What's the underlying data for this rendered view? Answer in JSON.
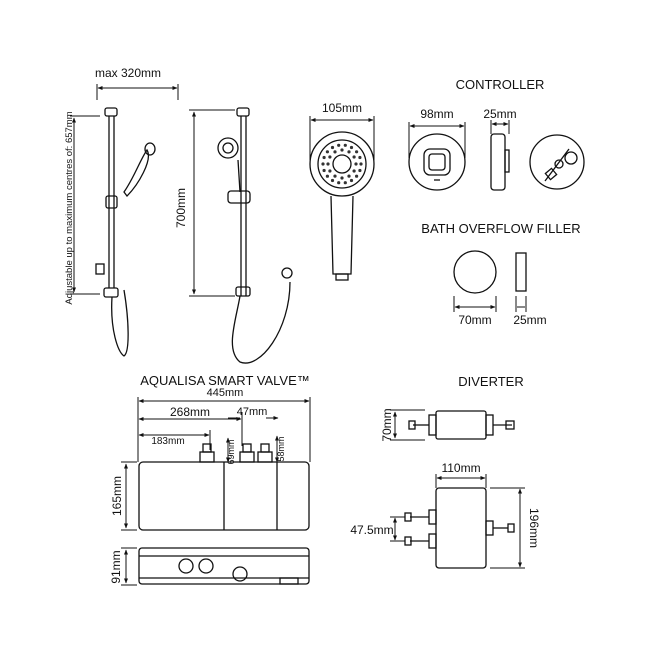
{
  "sections": {
    "controller": "CONTROLLER",
    "bath_overflow_filler": "BATH OVERFLOW FILLER",
    "smart_valve": "AQUALISA SMART VALVE™",
    "diverter": "DIVERTER"
  },
  "dimensions": {
    "rail_width": "max 320mm",
    "rail_adjust": "Adjustable up to maximum centres of: 657mm",
    "rail_height": "700mm",
    "handset_width": "105mm",
    "controller_width": "98mm",
    "controller_depth": "25mm",
    "filler_width": "70mm",
    "filler_depth": "25mm",
    "valve_total": "445mm",
    "valve_268": "268mm",
    "valve_47": "47mm",
    "valve_183": "183mm",
    "valve_69": "69mm",
    "valve_58": "58mm",
    "valve_height": "165mm",
    "valve_depth": "91mm",
    "diverter_height": "70mm",
    "diverter_width": "110mm",
    "diverter_outlet": "47.5mm",
    "diverter_length": "196mm"
  }
}
